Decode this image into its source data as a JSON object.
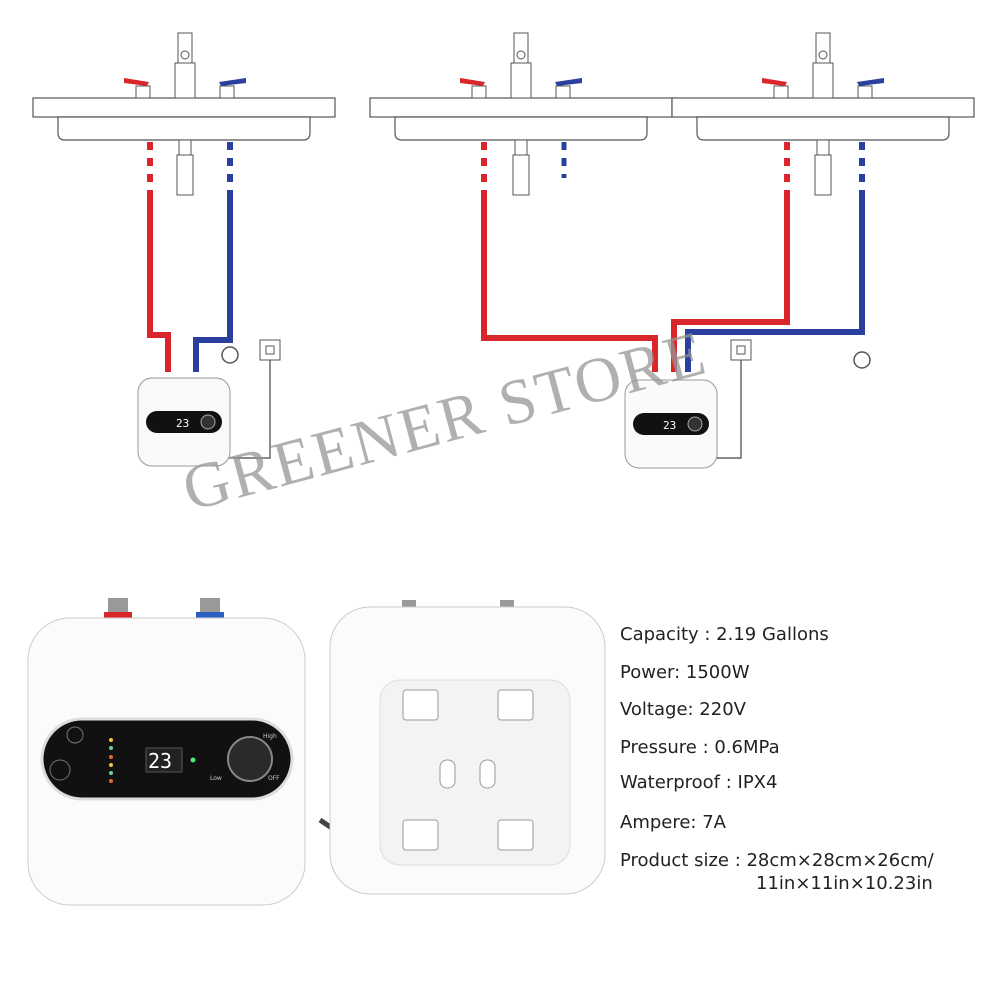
{
  "watermark": "GREENER STORE",
  "colors": {
    "hot_pipe": "#d8262b",
    "cold_pipe": "#2b3f9e",
    "panel": "#111111"
  },
  "heater_display": {
    "reading": "23",
    "knob_labels": {
      "high": "High",
      "low": "Low",
      "off": "OFF"
    }
  },
  "specs": [
    {
      "text": "Capacity : 2.19 Gallons"
    },
    {
      "text": "Power: 1500W"
    },
    {
      "text": "Voltage: 220V"
    },
    {
      "text": "Pressure : 0.6MPa"
    },
    {
      "text": "Waterproof : IPX4"
    },
    {
      "text": "Ampere: 7A"
    },
    {
      "text": "Product size : 28cm×28cm×26cm/"
    },
    {
      "text": "11in×11in×10.23in"
    }
  ]
}
